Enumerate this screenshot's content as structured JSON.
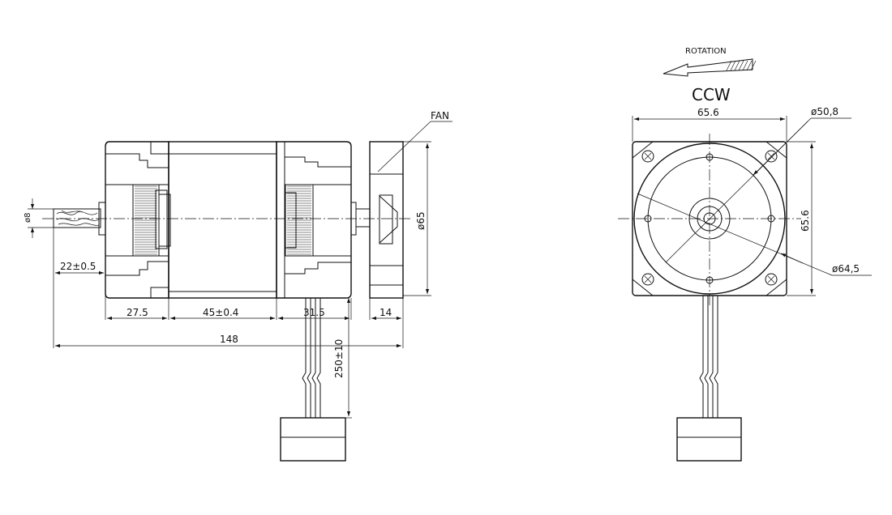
{
  "labels": {
    "rotation": "ROTATION",
    "direction": "CCW",
    "fan": "FAN"
  },
  "dimensions": {
    "shaft_dia": "ø8",
    "shaft_length": "22±0.5",
    "rear_section": "27.5",
    "stator_length": "45±0.4",
    "front_section": "31.5",
    "fan_width": "14",
    "overall_length": "148",
    "lead_length": "250±10",
    "fan_dia": "ø65",
    "face_width": "65.6",
    "face_height": "65.6",
    "bolt_circle_dia": "ø50,8",
    "outer_dia": "ø64,5"
  }
}
